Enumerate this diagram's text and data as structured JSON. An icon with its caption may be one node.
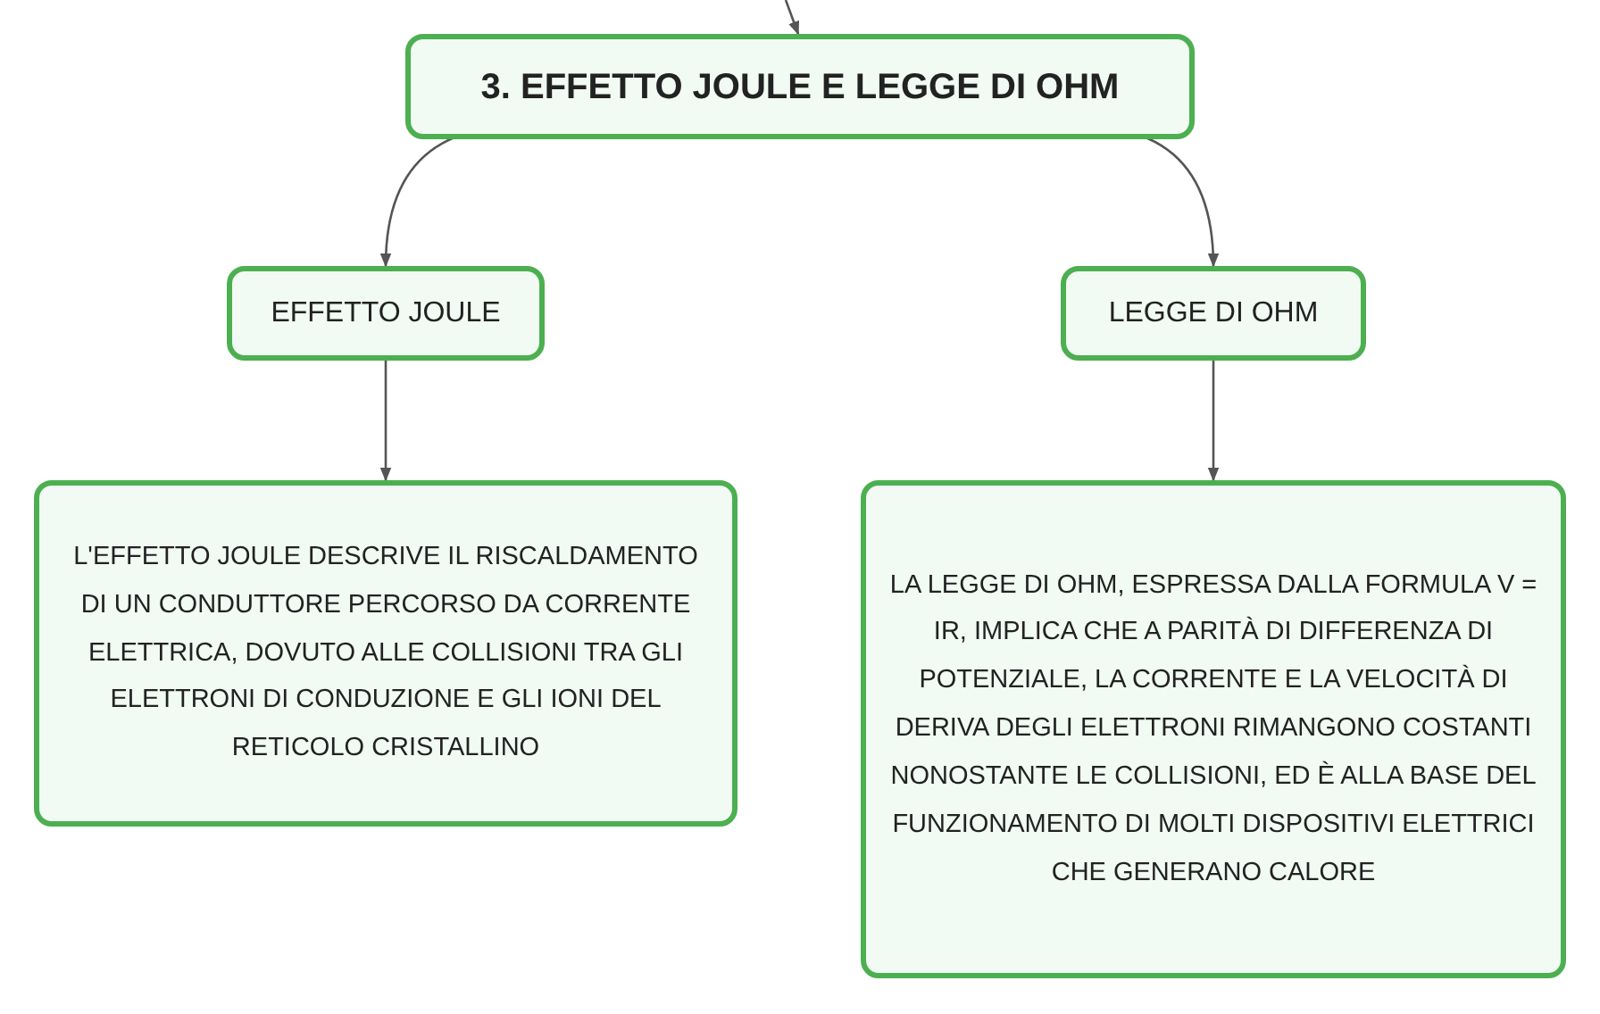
{
  "diagram": {
    "nodes": [
      {
        "text": [
          "3. EFFETTO JOULE E LEGGE DI OHM"
        ]
      },
      {
        "text": [
          "EFFETTO JOULE"
        ]
      },
      {
        "text": [
          "LEGGE DI OHM"
        ]
      },
      {
        "text": [
          "L'EFFETTO JOULE DESCRIVE IL RISCALDAMENTO DI UN CONDUTTORE PERCORSO DA CORRENTE ELETTRICA, DOVUTO ALLE COLLISIONI TRA GLI ELETTRONI DI CONDUZIONE E GLI IONI DEL RETICOLO CRISTALLINO"
        ]
      },
      {
        "text": [
          "LA LEGGE DI OHM, ESPRESSA DALLA FORMULA V = IR, IMPLICA CHE A PARITÀ DI DIFFERENZA DI POTENZIALE, LA CORRENTE E LA VELOCITÀ DI DERIVA DEGLI ELETTRONI RIMANGONO COSTANTI NONOSTANTE LE COLLISIONI, ED È ALLA BASE DEL FUNZIONAMENTO DI MOLTI DISPOSITIVI ELETTRICI CHE GENERANO CALORE"
        ]
      }
    ],
    "edges": [
      {
        "from": null,
        "to": 0,
        "arrow": "to"
      },
      {
        "from": 0,
        "to": 1,
        "arrow": "to"
      },
      {
        "from": 0,
        "to": 2,
        "arrow": "to"
      },
      {
        "from": 1,
        "to": 3,
        "arrow": "to"
      },
      {
        "from": 2,
        "to": 4,
        "arrow": "to"
      }
    ]
  }
}
